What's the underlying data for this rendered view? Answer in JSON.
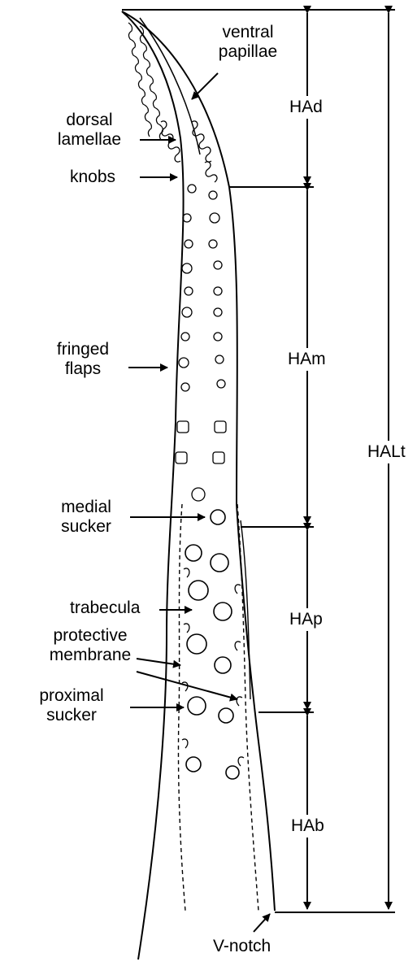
{
  "labels": {
    "ventral_papillae_1": "ventral",
    "ventral_papillae_2": "papillae",
    "dorsal_lamellae_1": "dorsal",
    "dorsal_lamellae_2": "lamellae",
    "knobs": "knobs",
    "fringed_flaps_1": "fringed",
    "fringed_flaps_2": "flaps",
    "medial_sucker_1": "medial",
    "medial_sucker_2": "sucker",
    "trabecula": "trabecula",
    "protective_membrane_1": "protective",
    "protective_membrane_2": "membrane",
    "proximal_sucker_1": "proximal",
    "proximal_sucker_2": "sucker",
    "v_notch": "V-notch"
  },
  "measurements": {
    "had": "HAd",
    "ham": "HAm",
    "hap": "HAp",
    "hab": "HAb",
    "halt": "HALt"
  },
  "colors": {
    "ink": "#000000",
    "paper": "#ffffff"
  }
}
